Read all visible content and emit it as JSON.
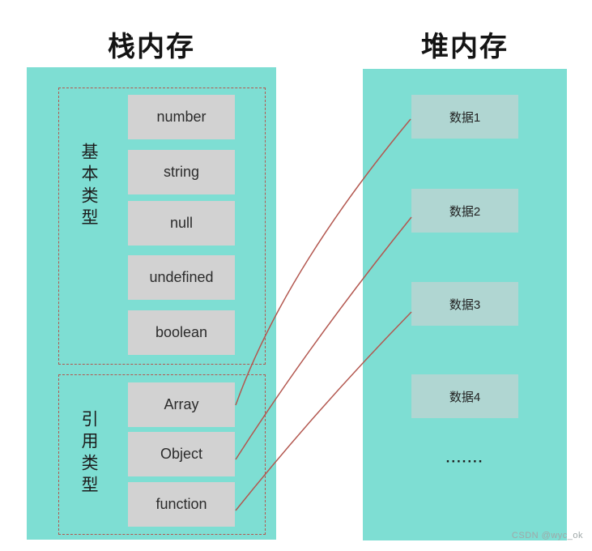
{
  "stack": {
    "title": "栈内存",
    "groups": [
      {
        "label": "基本类型",
        "items": [
          "number",
          "string",
          "null",
          "undefined",
          "boolean"
        ]
      },
      {
        "label": "引用类型",
        "items": [
          "Array",
          "Object",
          "function"
        ]
      }
    ]
  },
  "heap": {
    "title": "堆内存",
    "items": [
      "数据1",
      "数据2",
      "数据3",
      "数据4"
    ],
    "ellipsis": "·······"
  },
  "connections": [
    {
      "from": "Array",
      "to": "数据1"
    },
    {
      "from": "Object",
      "to": "数据2"
    },
    {
      "from": "function",
      "to": "数据3"
    }
  ],
  "watermark": "CSDN @wyc_ok",
  "colors": {
    "memory_fill": "#7eded3",
    "stack_box_fill": "#d2d2d2",
    "heap_box_fill": "#b0d6d2",
    "connector_line": "#b3574f",
    "group_dash_border": "#b3574f",
    "title_text": "#141414",
    "watermark_text": "#9fa8a8",
    "background": "#ffffff"
  }
}
